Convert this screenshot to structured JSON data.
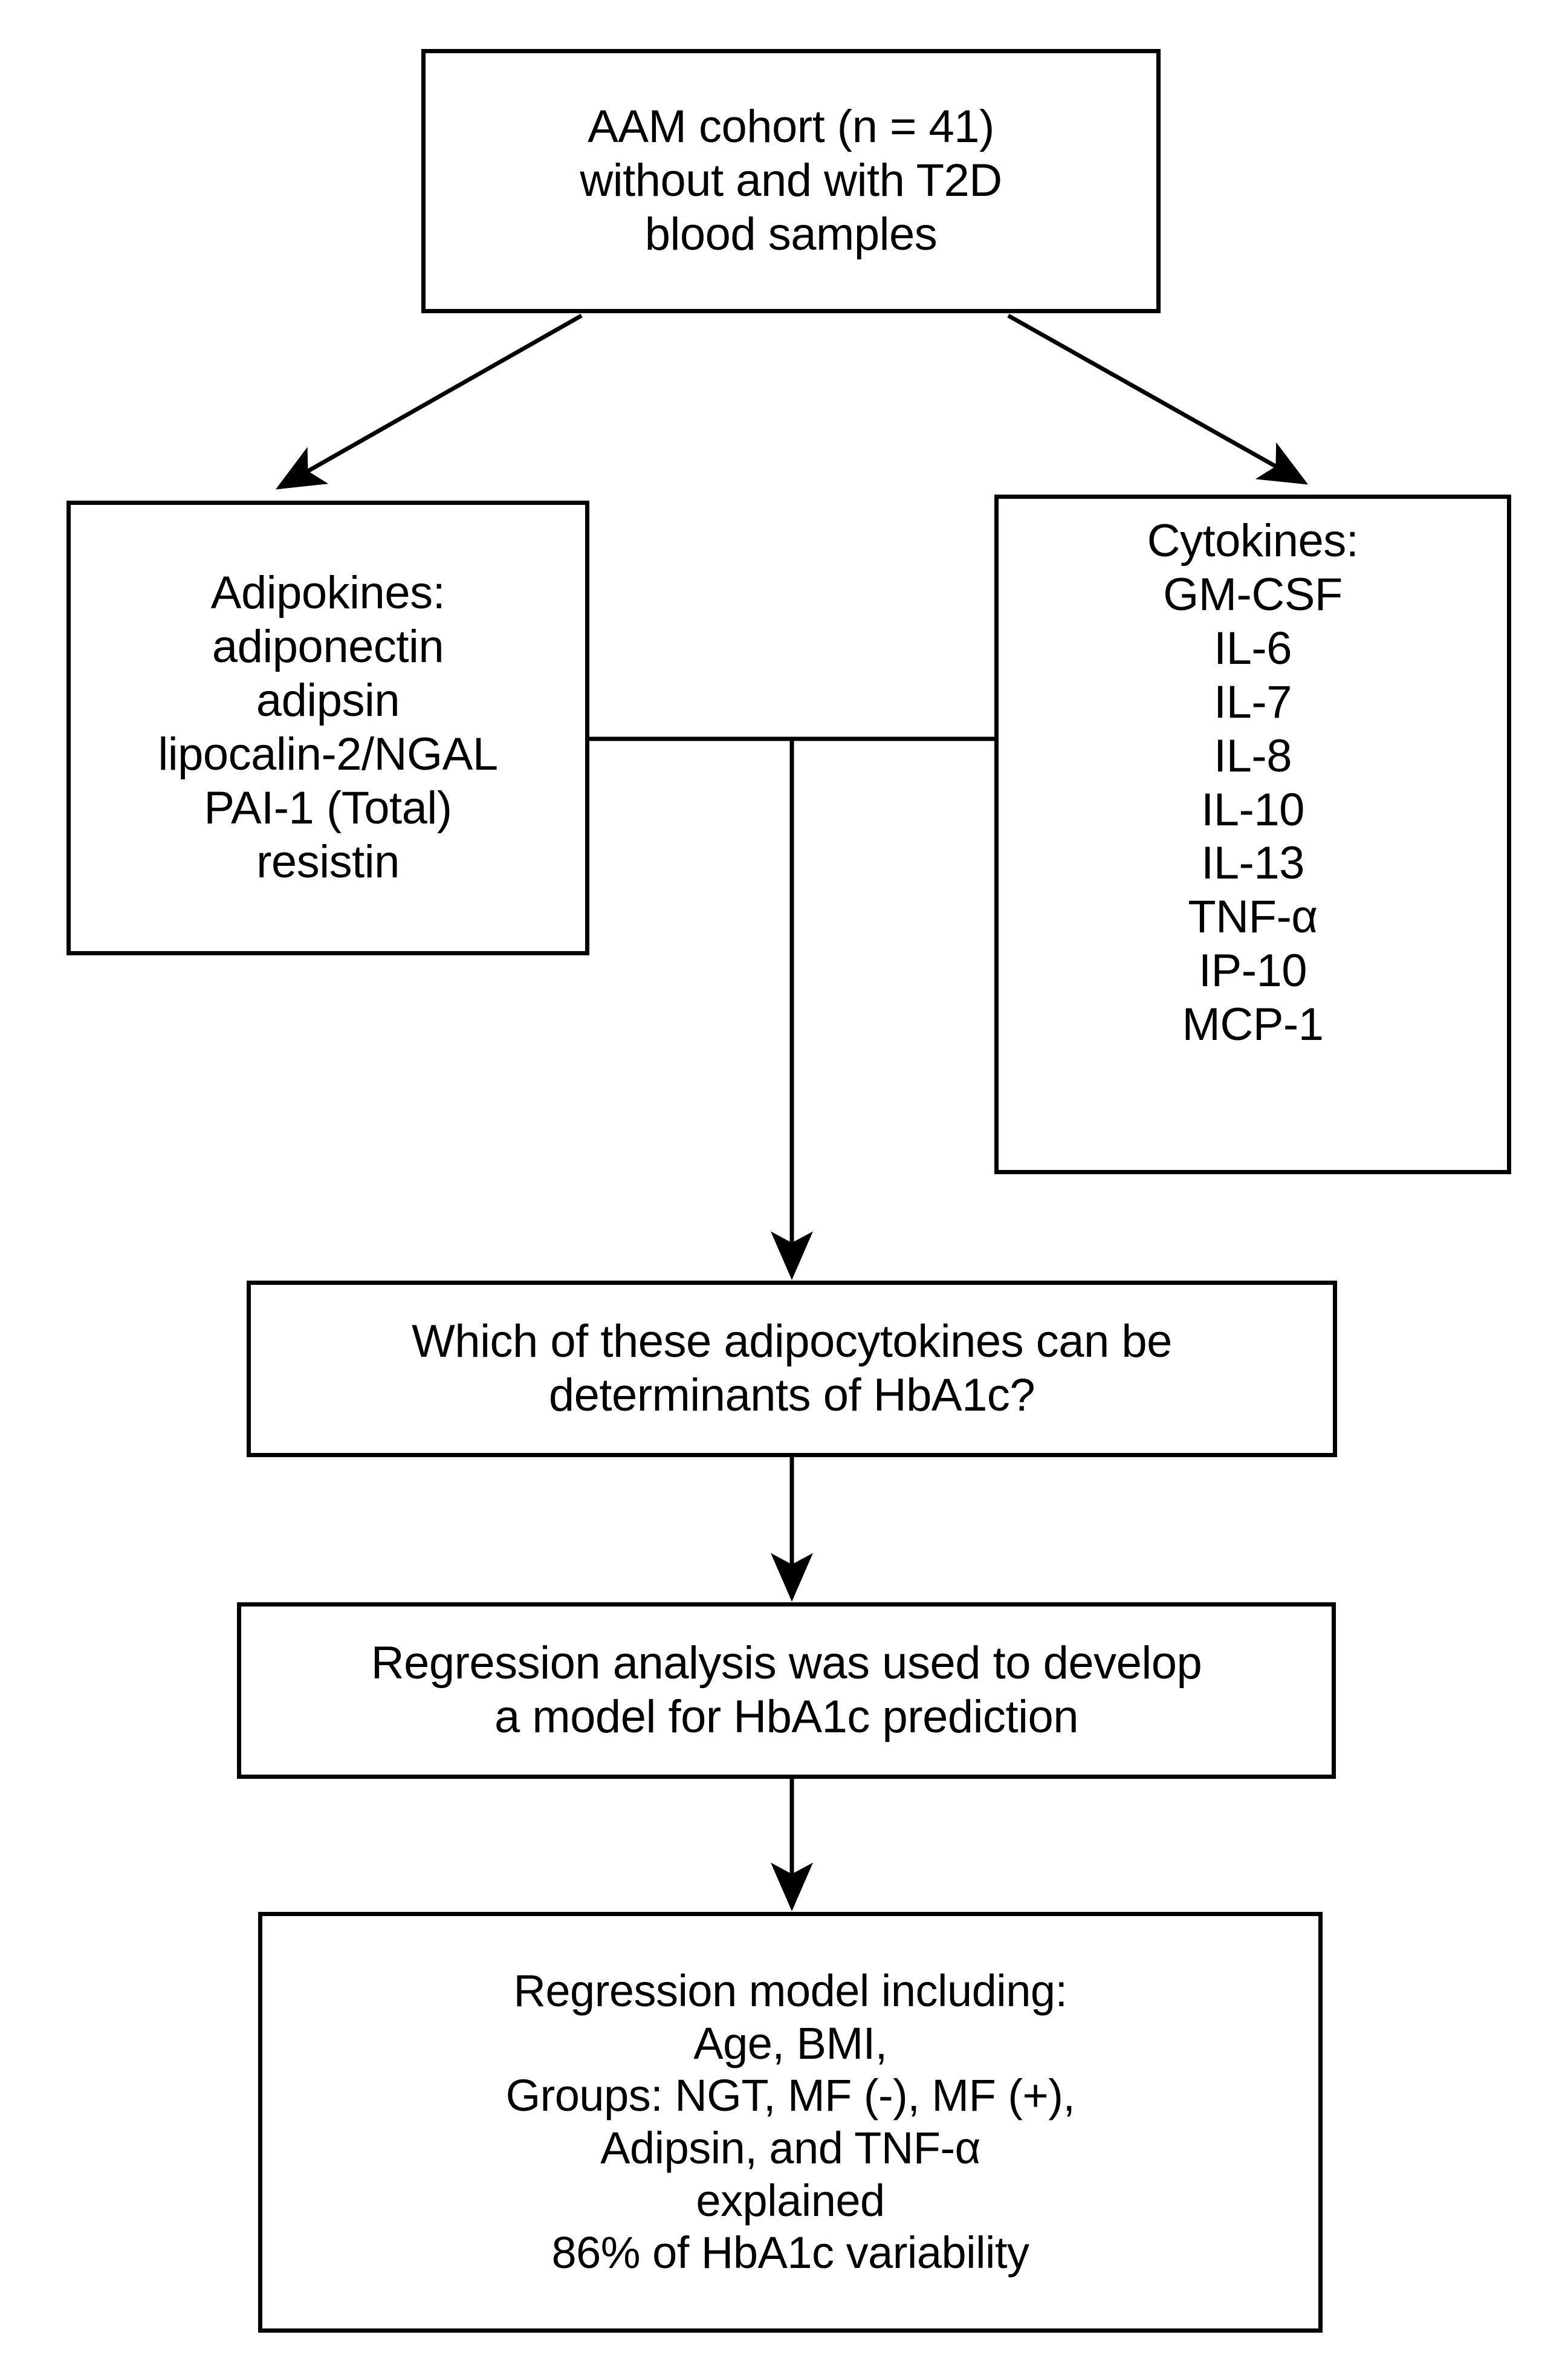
{
  "figure": {
    "type": "flowchart",
    "orientation": "top-down",
    "background_color": "#ffffff",
    "stroke_color": "#000000"
  },
  "nodes": {
    "cohort": {
      "id": "cohort",
      "lines": [
        "AAM cohort (n = 41)",
        "without and with T2D",
        "blood samples"
      ]
    },
    "adipokines": {
      "id": "adipokines",
      "heading": "Adipokines:",
      "items": [
        "adiponectin",
        "adipsin",
        "lipocalin-2/NGAL",
        "PAI-1 (Total)",
        "resistin"
      ]
    },
    "cytokines": {
      "id": "cytokines",
      "heading": "Cytokines:",
      "items": [
        "GM-CSF",
        "IL-6",
        "IL-7",
        "IL-8",
        "IL-10",
        "IL-13",
        "TNF-α",
        "IP-10",
        "MCP-1"
      ]
    },
    "question": {
      "id": "question",
      "lines": [
        "Which of these adipocytokines can be",
        "determinants of HbA1c?"
      ]
    },
    "regression": {
      "id": "regression",
      "lines": [
        "Regression analysis was used to develop",
        "a model for HbA1c prediction"
      ]
    },
    "model": {
      "id": "model",
      "lines": [
        "Regression model including:",
        "Age, BMI,",
        "Groups: NGT, MF (-), MF (+),",
        "Adipsin, and TNF-α",
        "explained",
        "86% of HbA1c variability"
      ]
    }
  },
  "edges": [
    {
      "from": "cohort",
      "to": "adipokines",
      "style": "diagonal-arrow"
    },
    {
      "from": "cohort",
      "to": "cytokines",
      "style": "diagonal-arrow"
    },
    {
      "from": "adipokines",
      "to": "cytokines",
      "style": "horizontal-join"
    },
    {
      "from": "adipocytokines-join",
      "to": "question",
      "style": "vertical-arrow"
    },
    {
      "from": "question",
      "to": "regression",
      "style": "vertical-arrow"
    },
    {
      "from": "regression",
      "to": "model",
      "style": "vertical-arrow"
    }
  ]
}
